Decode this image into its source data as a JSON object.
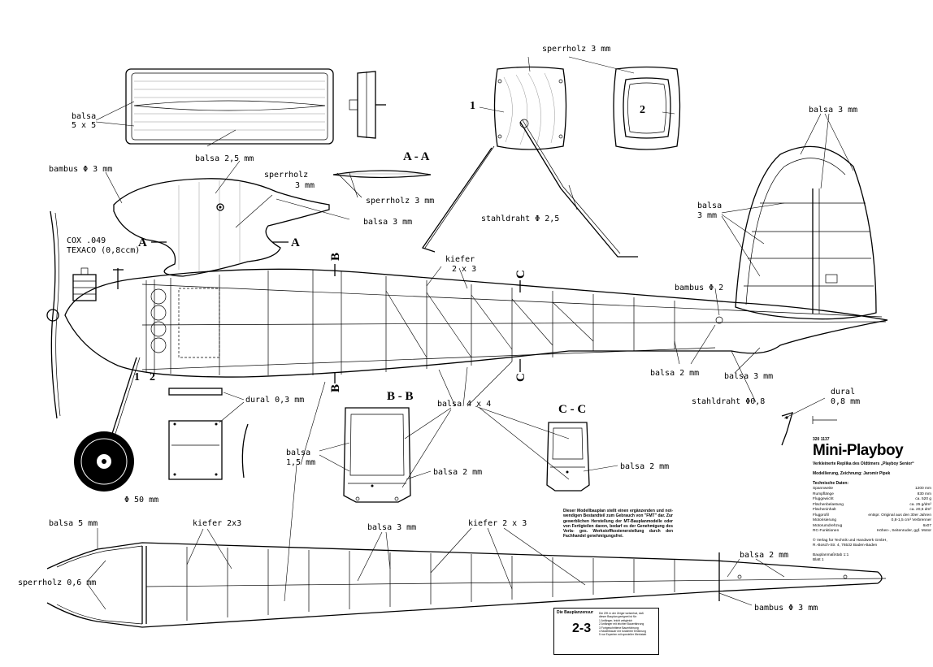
{
  "labels": {
    "balsa_5x5": [
      "balsa",
      "5 x 5"
    ],
    "balsa_2_5": "balsa  2,5 mm",
    "bambus_3_top": "bambus Φ 3 mm",
    "sperrholz": "sperrholz",
    "sperrholz_3mm_wing": "3 mm",
    "sperrholz_3mm_aa": "sperrholz 3 mm",
    "balsa_3_wing": "balsa 3 mm",
    "section_aa": "A - A",
    "sperrholz_3mm_top": "sperrholz  3 mm",
    "stahldraht_25": "stahldraht Φ 2,5",
    "balsa_3mm_fin": "balsa 3 mm",
    "balsa_fin": [
      "balsa",
      "3 mm"
    ],
    "bambus_2": "bambus  Φ 2",
    "cox": [
      "COX .049",
      "TEXACO (0,8ccm)"
    ],
    "A": "A",
    "B": "B",
    "C": "C",
    "kiefer_2x3_mid": [
      "kiefer",
      "2 x 3"
    ],
    "balsa_2mm_mid": "balsa 2 mm",
    "balsa_3mm_tail": "balsa 3 mm",
    "stahldraht_08": "stahldraht  Φ0,8",
    "dural_08": [
      "dural",
      "0,8  mm"
    ],
    "dural_03": "dural  0,3 mm",
    "section_bb": "B - B",
    "section_cc": "C - C",
    "balsa_4x4": "balsa  4 x 4",
    "balsa_15": [
      "balsa",
      "1,5  mm"
    ],
    "balsa_2mm_bb": "balsa 2 mm",
    "balsa_2mm_cc": "balsa 2 mm",
    "phi_50": "Φ 50  mm",
    "balsa_5mm": "balsa 5 mm",
    "kiefer_2x3_bottom": "kiefer  2x3",
    "balsa_3mm_bottom": "balsa  3 mm",
    "kiefer_2x3_bottom2": "kiefer  2 x 3",
    "balsa_2mm_bottom": "balsa  2 mm",
    "sperrholz_06": "sperrholz  0,6  mm",
    "bambus_3_bottom": "bambus  Φ 3  mm",
    "num_1": "1",
    "num_2": "2"
  },
  "title_block": {
    "code": "320 1137",
    "title": "Mini-Playboy",
    "subtitle": "Verkleinerte Replika des Oldtimers „Playboy Senior“",
    "design": "Modellierung, Zeichnung: Jaromir Pipek",
    "tech_head": "Technische Daten:",
    "specs": [
      {
        "k": "Spannweite",
        "v": "1200 mm"
      },
      {
        "k": "Rumpflänge",
        "v": "830 mm"
      },
      {
        "k": "Fluggewicht",
        "v": "ca. 520 g"
      },
      {
        "k": "Flächenbelastung",
        "v": "ca. 25 g/dm²"
      },
      {
        "k": "Flächeninhalt",
        "v": "ca. 20,5 dm²"
      },
      {
        "k": "Flugprofil",
        "v": "entspr. Original aus den 30er Jahren"
      },
      {
        "k": "Motorisierung",
        "v": "0,8-1,5 cm³ Verbrenner"
      },
      {
        "k": "Motorumdrehzug",
        "v": "6x07"
      },
      {
        "k": "RC-Funktionen",
        "v": "Höhen-, Seitenruder, ggf. Motor"
      }
    ],
    "publisher": [
      "© Verlag für Technik und Handwerk GmbH,",
      "R.-Bosch-Str. 4, 76532 Baden-Baden"
    ],
    "sheet": [
      "Bauplanmaßstab 1:1",
      "Blatt 1"
    ]
  },
  "notice": "Dieser Modellbauplan stellt einen ergänzenden und not- wendigen Bestandteil zum Gebrauch von \"FMT\" dar. Zur gewerblichen Herstellung der MT-Bauplanmodelle oder von Fertigteilen davon, bedarf es der Genehmigung des Verla- ges. Werkstoffkostenerstellung durch den Fachhandel genehmigungsfrei.",
  "bauplanzensur": {
    "head": "Die Bauplanzensur",
    "value": "2-3",
    "lines": [
      "Die Ziff. in der Zeiger weiserhat, daß",
      "dieser Bauplan geeignet ist für:",
      "1  Anfänger, leicht zeitgleich",
      "2  Anfänger mit leichter Bauerfahrung",
      "3  Fortgeschrittene Bauerfahrung",
      "4  Modellbauer mit fundierter Erfahrung",
      "5  nur Experten mit spezieller Werkstatt"
    ]
  }
}
